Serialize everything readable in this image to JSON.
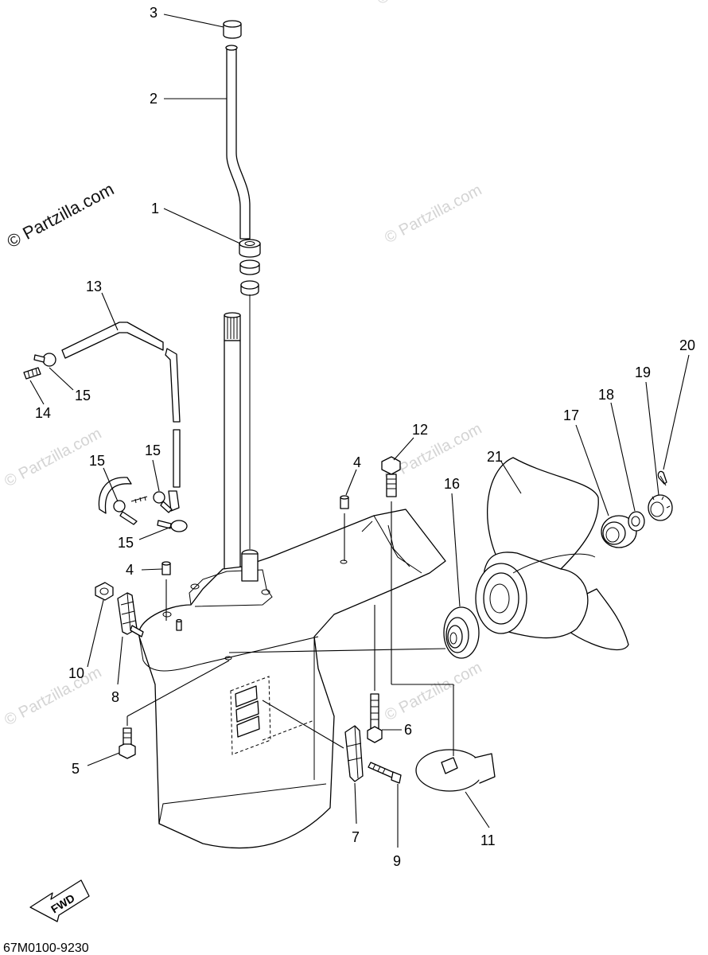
{
  "watermarks": {
    "main": "© Partzilla.com",
    "repeat": "© Partzilla.com"
  },
  "diagram_code": "67M0100-9230",
  "fwd_label": "FWD",
  "callouts": {
    "c1": "1",
    "c2": "2",
    "c3": "3",
    "c4a": "4",
    "c4b": "4",
    "c5": "5",
    "c6": "6",
    "c7": "7",
    "c8": "8",
    "c9": "9",
    "c10": "10",
    "c11": "11",
    "c12": "12",
    "c13": "13",
    "c14": "14",
    "c15a": "15",
    "c15b": "15",
    "c15c": "15",
    "c15d": "15",
    "c16": "16",
    "c17": "17",
    "c18": "18",
    "c19": "19",
    "c20": "20",
    "c21": "21"
  }
}
